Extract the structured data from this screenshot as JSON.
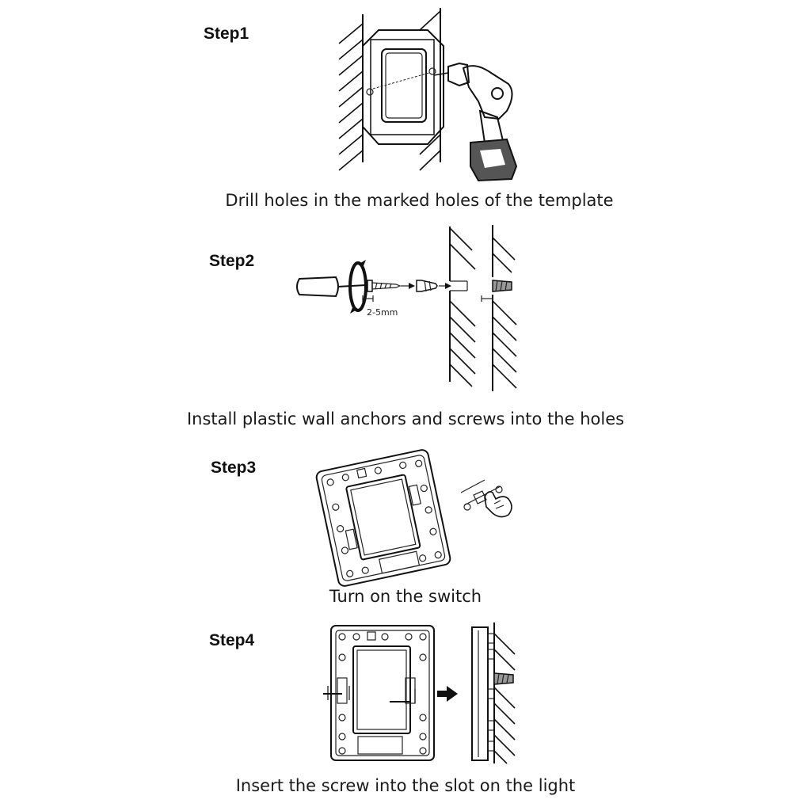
{
  "steps": [
    {
      "label": "Step1",
      "caption": "Drill holes in the marked holes of the template"
    },
    {
      "label": "Step2",
      "caption": "Install plastic wall anchors and screws into the holes",
      "note": "2-5mm"
    },
    {
      "label": "Step3",
      "caption": "Turn on the switch"
    },
    {
      "label": "Step4",
      "caption": "Insert the screw into the slot on the light"
    }
  ]
}
